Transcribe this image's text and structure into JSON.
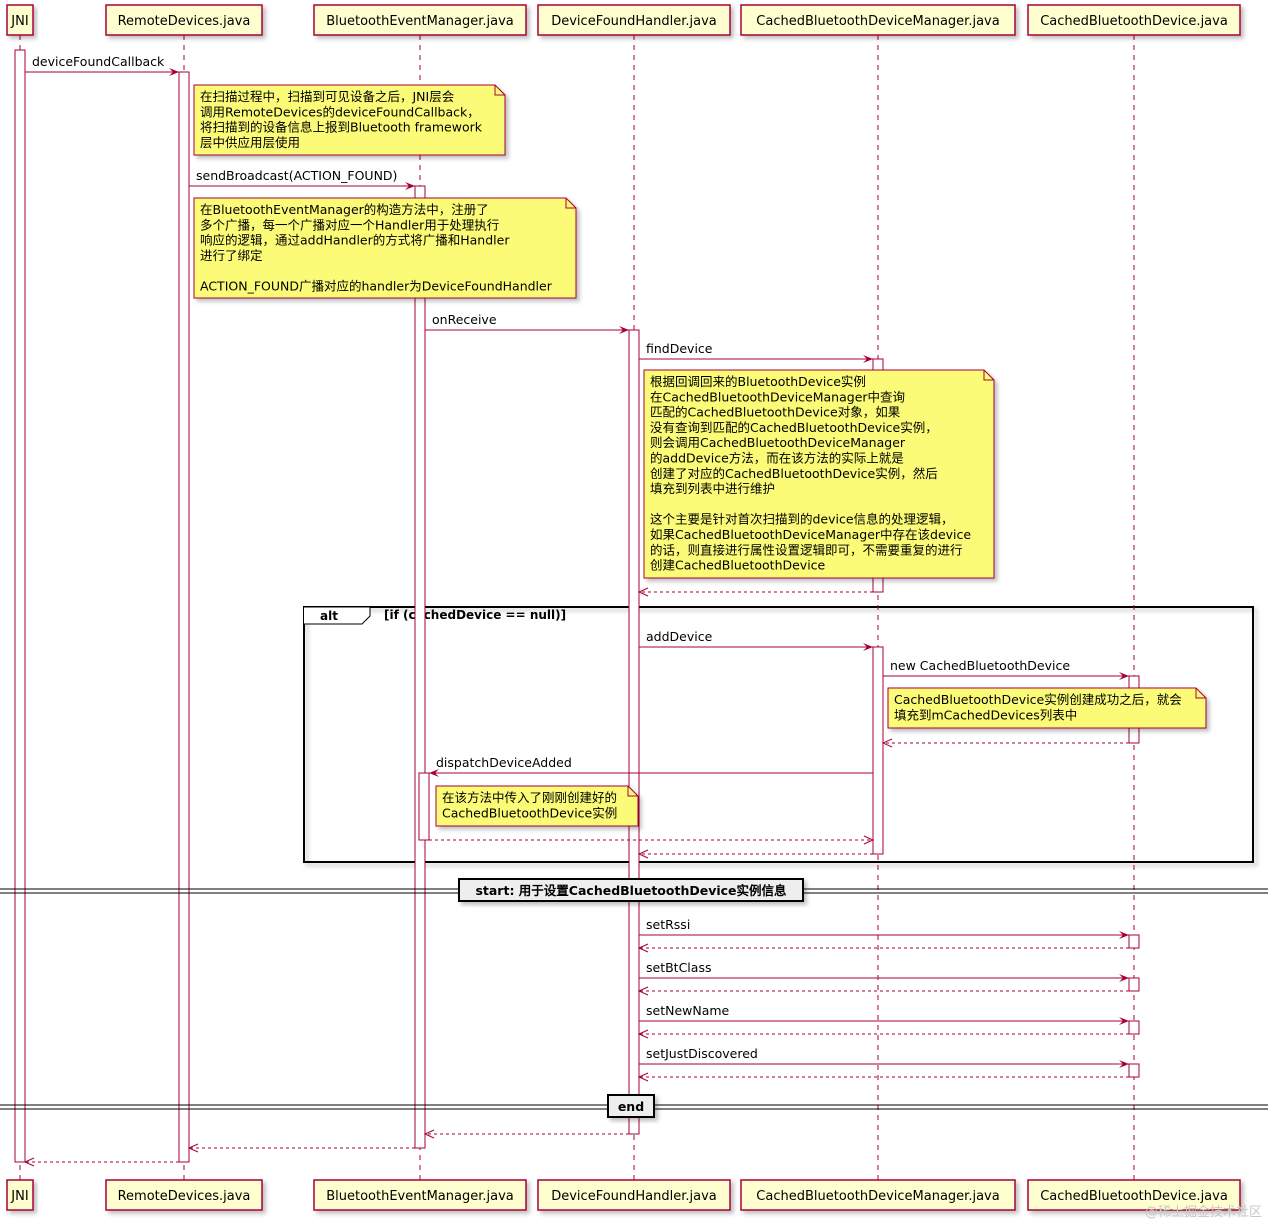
{
  "diagram": {
    "type": "sequence",
    "colors": {
      "participant_fill": "#FEFECE",
      "participant_border": "#A80036",
      "arrow": "#A80036",
      "note_fill": "#FBFB77",
      "note_border": "#A80036",
      "lifeline": "#A80036",
      "frame_border": "#000000",
      "divider_label_fill": "#EEEEEE"
    },
    "participants": [
      {
        "id": "jni",
        "label": "JNI"
      },
      {
        "id": "remote",
        "label": "RemoteDevices.java"
      },
      {
        "id": "bem",
        "label": "BluetoothEventManager.java"
      },
      {
        "id": "dfh",
        "label": "DeviceFoundHandler.java"
      },
      {
        "id": "cbdm",
        "label": "CachedBluetoothDeviceManager.java"
      },
      {
        "id": "cbd",
        "label": "CachedBluetoothDevice.java"
      }
    ],
    "messages": [
      {
        "id": "m1",
        "label": "deviceFoundCallback",
        "from": "jni",
        "to": "remote",
        "kind": "call"
      },
      {
        "id": "m2",
        "label": "sendBroadcast(ACTION_FOUND)",
        "from": "remote",
        "to": "bem",
        "kind": "call"
      },
      {
        "id": "m3",
        "label": "onReceive",
        "from": "bem",
        "to": "dfh",
        "kind": "call"
      },
      {
        "id": "m4",
        "label": "findDevice",
        "from": "dfh",
        "to": "cbdm",
        "kind": "call"
      },
      {
        "id": "m5",
        "label": "",
        "from": "cbdm",
        "to": "dfh",
        "kind": "return"
      },
      {
        "id": "m6",
        "label": "addDevice",
        "from": "dfh",
        "to": "cbdm",
        "kind": "call"
      },
      {
        "id": "m7",
        "label": "new CachedBluetoothDevice",
        "from": "cbdm",
        "to": "cbd",
        "kind": "call"
      },
      {
        "id": "m8",
        "label": "",
        "from": "cbd",
        "to": "cbdm",
        "kind": "return"
      },
      {
        "id": "m9",
        "label": "dispatchDeviceAdded",
        "from": "cbdm",
        "to": "bem",
        "kind": "call"
      },
      {
        "id": "m10",
        "label": "",
        "from": "bem",
        "to": "cbdm",
        "kind": "return"
      },
      {
        "id": "m11",
        "label": "",
        "from": "cbdm",
        "to": "dfh",
        "kind": "return"
      },
      {
        "id": "m12",
        "label": "setRssi",
        "from": "dfh",
        "to": "cbd",
        "kind": "call"
      },
      {
        "id": "m13",
        "label": "",
        "from": "cbd",
        "to": "dfh",
        "kind": "return"
      },
      {
        "id": "m14",
        "label": "setBtClass",
        "from": "dfh",
        "to": "cbd",
        "kind": "call"
      },
      {
        "id": "m15",
        "label": "",
        "from": "cbd",
        "to": "dfh",
        "kind": "return"
      },
      {
        "id": "m16",
        "label": "setNewName",
        "from": "dfh",
        "to": "cbd",
        "kind": "call"
      },
      {
        "id": "m17",
        "label": "",
        "from": "cbd",
        "to": "dfh",
        "kind": "return"
      },
      {
        "id": "m18",
        "label": "setJustDiscovered",
        "from": "dfh",
        "to": "cbd",
        "kind": "call"
      },
      {
        "id": "m19",
        "label": "",
        "from": "cbd",
        "to": "dfh",
        "kind": "return"
      },
      {
        "id": "m20",
        "label": "",
        "from": "dfh",
        "to": "bem",
        "kind": "return"
      },
      {
        "id": "m21",
        "label": "",
        "from": "bem",
        "to": "remote",
        "kind": "return"
      },
      {
        "id": "m22",
        "label": "",
        "from": "remote",
        "to": "jni",
        "kind": "return"
      }
    ],
    "notes": [
      {
        "id": "n1",
        "lines": [
          "在扫描过程中，扫描到可见设备之后，JNI层会",
          "调用RemoteDevices的deviceFoundCallback，",
          "将扫描到的设备信息上报到Bluetooth framework",
          "层中供应用层使用"
        ]
      },
      {
        "id": "n2",
        "lines": [
          "在BluetoothEventManager的构造方法中，注册了",
          "多个广播，每一个广播对应一个Handler用于处理执行",
          "响应的逻辑，通过addHandler的方式将广播和Handler",
          "进行了绑定",
          "",
          "ACTION_FOUND广播对应的handler为DeviceFoundHandler"
        ]
      },
      {
        "id": "n3",
        "lines": [
          "根据回调回来的BluetoothDevice实例",
          "在CachedBluetoothDeviceManager中查询",
          "匹配的CachedBluetoothDevice对象，如果",
          "没有查询到匹配的CachedBluetoothDevice实例，",
          "则会调用CachedBluetoothDeviceManager",
          "的addDevice方法，而在该方法的实际上就是",
          "创建了对应的CachedBluetoothDevice实例，然后",
          "填充到列表中进行维护",
          "",
          "这个主要是针对首次扫描到的device信息的处理逻辑，",
          "如果CachedBluetoothDeviceManager中存在该device",
          "的话，则直接进行属性设置逻辑即可，不需要重复的进行",
          "创建CachedBluetoothDevice"
        ]
      },
      {
        "id": "n4",
        "lines": [
          "CachedBluetoothDevice实例创建成功之后，就会",
          "填充到mCachedDevices列表中"
        ]
      },
      {
        "id": "n5",
        "lines": [
          "在该方法中传入了刚刚创建好的",
          "CachedBluetoothDevice实例"
        ]
      }
    ],
    "frames": [
      {
        "id": "alt",
        "keyword": "alt",
        "condition": "[if (cachedDevice == null)]"
      }
    ],
    "dividers": [
      {
        "id": "d1",
        "label": "start: 用于设置CachedBluetoothDevice实例信息"
      },
      {
        "id": "d2",
        "label": "end"
      }
    ],
    "watermark": "@稀土掘金技术社区"
  }
}
